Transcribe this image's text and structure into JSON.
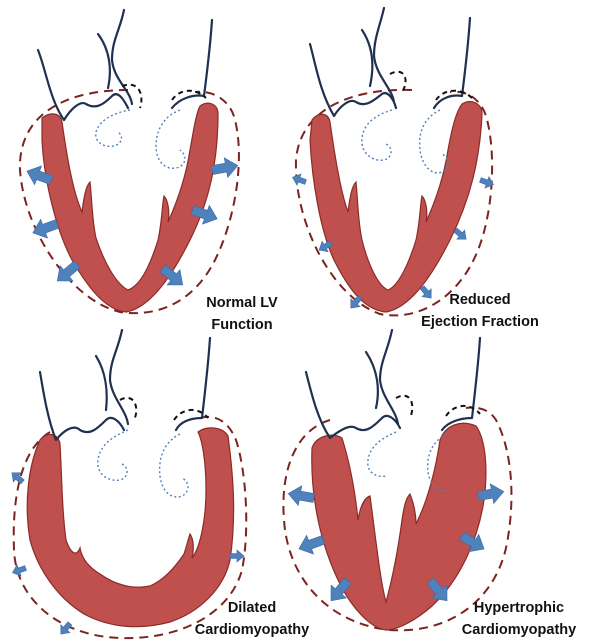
{
  "panels": [
    {
      "label_line1": "Normal LV",
      "label_line2": "Function",
      "arrow_size": "large"
    },
    {
      "label_line1": "Reduced",
      "label_line2": "Ejection Fraction",
      "arrow_size": "small"
    },
    {
      "label_line1": "Dilated",
      "label_line2": "Cardiomyopathy",
      "arrow_size": "small"
    },
    {
      "label_line1": "Hypertrophic",
      "label_line2": "Cardiomyopathy",
      "arrow_size": "large"
    }
  ],
  "colors": {
    "myocardium": "#c0504d",
    "arrows": "#4f81bd",
    "pericardium": "#7a2422",
    "vessels": "#1f3150"
  }
}
